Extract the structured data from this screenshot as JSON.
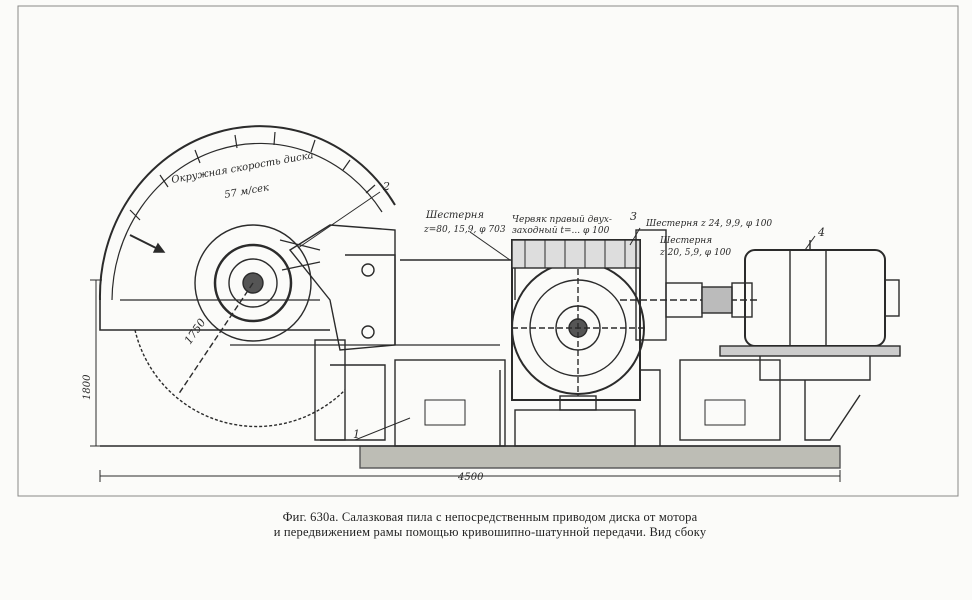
{
  "figure": {
    "labels": {
      "disk_speed_line1": "Окружная скорость диска",
      "disk_speed_line2": "57 м/сек",
      "gear1_line1": "Шестерня",
      "gear1_line2": "z=80, 15,9, φ 703",
      "worm_line1": "Червяк правый двух-",
      "worm_line2": "заходный t=... φ 100",
      "gear2": "Шестерня z 24, 9,9, φ 100",
      "gear3_line1": "Шестерня",
      "gear3_line2": "z 20, 5,9, φ 100",
      "dim_radius": "1750",
      "dim_height": "1800",
      "dim_length": "4500",
      "callout_1": "1",
      "callout_2": "2",
      "callout_3": "3",
      "callout_4": "4"
    },
    "caption_line1": "Фиг. 630а. Салазковая пила с непосредственным приводом диска от мотора",
    "caption_line2": "и передвижением рамы помощью кривошипно-шатунной передачи. Вид сбоку"
  }
}
